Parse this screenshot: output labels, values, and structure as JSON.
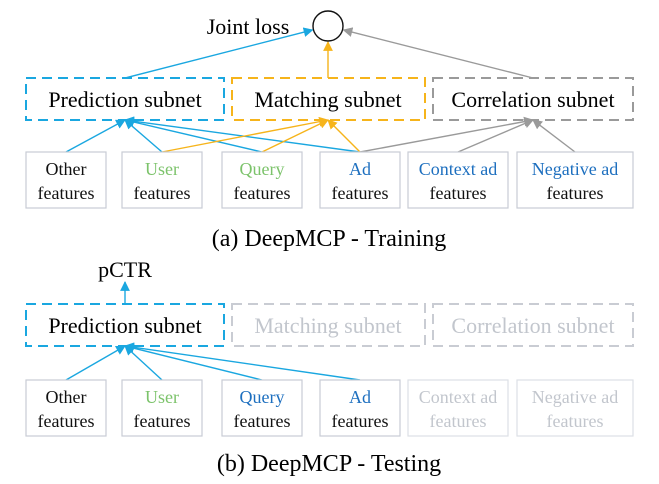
{
  "colors": {
    "blue": "#1aa7e0",
    "orange": "#f6b41b",
    "gray": "#9a9a9a",
    "faded": "#c9ccd3",
    "green_text": "#7cc36b",
    "blue_text": "#1d6fbf",
    "box_border": "#c8ccd4",
    "faded_text": "#c2c6cd"
  },
  "training": {
    "output_label": "Joint loss",
    "caption": "(a) DeepMCP - Training",
    "subnets": [
      {
        "id": "prediction",
        "label": "Prediction subnet",
        "color": "blue"
      },
      {
        "id": "matching",
        "label": "Matching subnet",
        "color": "orange"
      },
      {
        "id": "correlation",
        "label": "Correlation subnet",
        "color": "gray"
      }
    ],
    "features": [
      {
        "line1": "Other",
        "line2": "features",
        "line1_color": "black",
        "line2_color": "black"
      },
      {
        "line1": "User",
        "line2": "features",
        "line1_color": "green",
        "line2_color": "black"
      },
      {
        "line1": "Query",
        "line2": "features",
        "line1_color": "green",
        "line2_color": "black"
      },
      {
        "line1": "Ad",
        "line2": "features",
        "line1_color": "blue",
        "line2_color": "black"
      },
      {
        "line1": "Context ad",
        "line2": "features",
        "line1_color": "blue",
        "line2_color": "black"
      },
      {
        "line1": "Negative ad",
        "line2": "features",
        "line1_color": "blue",
        "line2_color": "black"
      }
    ]
  },
  "testing": {
    "output_label": "pCTR",
    "caption": "(b) DeepMCP - Testing",
    "subnets": [
      {
        "id": "prediction",
        "label": "Prediction subnet",
        "color": "blue"
      },
      {
        "id": "matching",
        "label": "Matching subnet",
        "color": "faded"
      },
      {
        "id": "correlation",
        "label": "Correlation subnet",
        "color": "faded"
      }
    ],
    "features": [
      {
        "line1": "Other",
        "line2": "features",
        "line1_color": "black",
        "line2_color": "black"
      },
      {
        "line1": "User",
        "line2": "features",
        "line1_color": "green",
        "line2_color": "black"
      },
      {
        "line1": "Query",
        "line2": "features",
        "line1_color": "blue",
        "line2_color": "black"
      },
      {
        "line1": "Ad",
        "line2": "features",
        "line1_color": "blue",
        "line2_color": "black"
      },
      {
        "line1": "Context ad",
        "line2": "features",
        "line1_color": "faded",
        "line2_color": "faded"
      },
      {
        "line1": "Negative ad",
        "line2": "features",
        "line1_color": "faded",
        "line2_color": "faded"
      }
    ]
  },
  "edges": {
    "training": [
      {
        "from": "feature",
        "index": 0,
        "to": "subnet",
        "target": 0,
        "color": "blue"
      },
      {
        "from": "feature",
        "index": 1,
        "to": "subnet",
        "target": 0,
        "color": "blue"
      },
      {
        "from": "feature",
        "index": 2,
        "to": "subnet",
        "target": 0,
        "color": "blue"
      },
      {
        "from": "feature",
        "index": 3,
        "to": "subnet",
        "target": 0,
        "color": "blue"
      },
      {
        "from": "feature",
        "index": 1,
        "to": "subnet",
        "target": 1,
        "color": "orange"
      },
      {
        "from": "feature",
        "index": 2,
        "to": "subnet",
        "target": 1,
        "color": "orange"
      },
      {
        "from": "feature",
        "index": 3,
        "to": "subnet",
        "target": 1,
        "color": "orange"
      },
      {
        "from": "feature",
        "index": 3,
        "to": "subnet",
        "target": 2,
        "color": "gray"
      },
      {
        "from": "feature",
        "index": 4,
        "to": "subnet",
        "target": 2,
        "color": "gray"
      },
      {
        "from": "feature",
        "index": 5,
        "to": "subnet",
        "target": 2,
        "color": "gray"
      },
      {
        "from": "subnet",
        "index": 0,
        "to": "output",
        "color": "blue"
      },
      {
        "from": "subnet",
        "index": 1,
        "to": "output",
        "color": "orange"
      },
      {
        "from": "subnet",
        "index": 2,
        "to": "output",
        "color": "gray"
      }
    ],
    "testing": [
      {
        "from": "feature",
        "index": 0,
        "to": "subnet",
        "target": 0,
        "color": "blue"
      },
      {
        "from": "feature",
        "index": 1,
        "to": "subnet",
        "target": 0,
        "color": "blue"
      },
      {
        "from": "feature",
        "index": 2,
        "to": "subnet",
        "target": 0,
        "color": "blue"
      },
      {
        "from": "feature",
        "index": 3,
        "to": "subnet",
        "target": 0,
        "color": "blue"
      },
      {
        "from": "subnet",
        "index": 0,
        "to": "output",
        "color": "blue"
      }
    ]
  }
}
